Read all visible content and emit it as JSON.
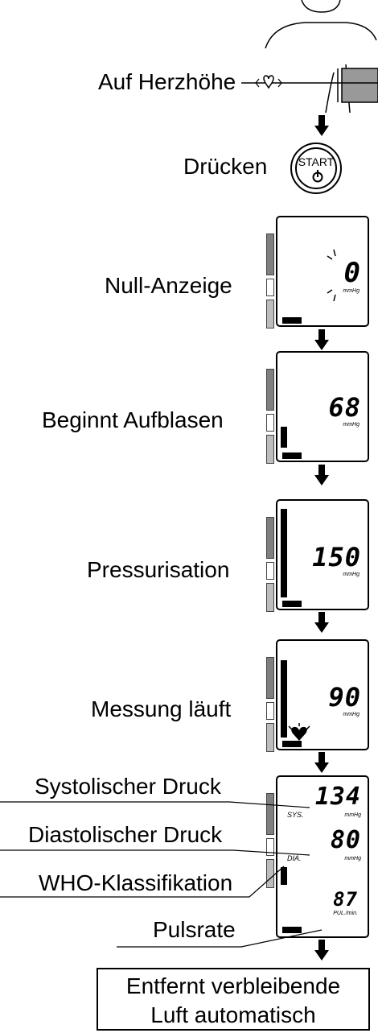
{
  "labels": {
    "heart_level": "Auf Herzhöhe",
    "press": "Drücken",
    "start_button": "START",
    "zero_display": "Null-Anzeige",
    "inflation_start": "Beginnt Aufblasen",
    "pressurisation": "Pressurisation",
    "measuring": "Messung läuft",
    "systolic": "Systolischer Druck",
    "diastolic": "Diastolischer Druck",
    "who": "WHO-Klassifikation",
    "pulse": "Pulsrate",
    "final_line1": "Entfernt verbleibende",
    "final_line2": "Luft automatisch"
  },
  "displays": {
    "zero": {
      "value": "0",
      "unit": "mmHg"
    },
    "inflate": {
      "value": "68",
      "unit": "mmHg"
    },
    "pressure": {
      "value": "150",
      "unit": "mmHg"
    },
    "measure": {
      "value": "90",
      "unit": "mmHg"
    },
    "result": {
      "sys": "134",
      "sys_label": "SYS.",
      "sys_unit": "mmHg",
      "dia": "80",
      "dia_label": "DIA.",
      "dia_unit": "mmHg",
      "pulse": "87",
      "pulse_unit": "PUL./min."
    }
  },
  "colors": {
    "who_dark": "#7f7f7f",
    "who_light": "#bdbdbd",
    "cuff": "#999999"
  }
}
